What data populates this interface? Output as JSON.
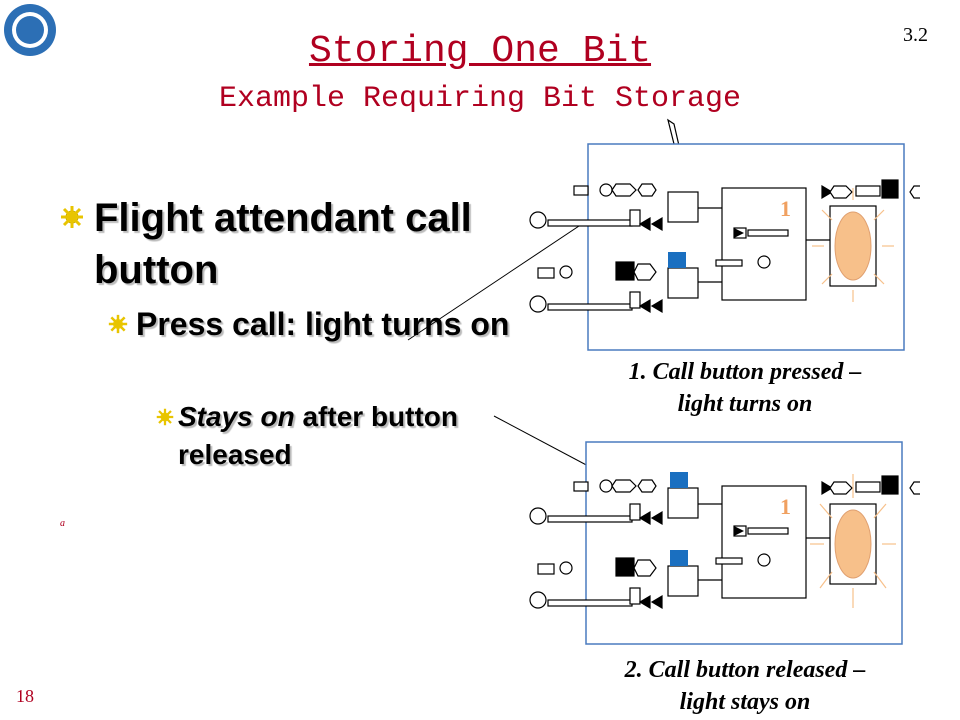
{
  "slide_number": "3.2",
  "page_number": "18",
  "title": "Storing One Bit",
  "subtitle": "Example Requiring Bit Storage",
  "bullets": {
    "level1": "Flight attendant call button",
    "level2": "Press call: light turns on",
    "level3_italic": "Stays on",
    "level3_rest": " after button released"
  },
  "stray_mark": "a",
  "figure1": {
    "caption_line1": "1. Call button pressed –",
    "caption_line2": "light turns on",
    "digit": "1"
  },
  "figure2": {
    "caption_line1": "2. Call button released –",
    "caption_line2": "light stays on",
    "digit": "1"
  },
  "colors": {
    "title": "#b00020",
    "blue_square": "#1a6fc0",
    "lamp": "#f7c08a",
    "digit": "#f0a060",
    "frame": "#4a7bbf"
  }
}
